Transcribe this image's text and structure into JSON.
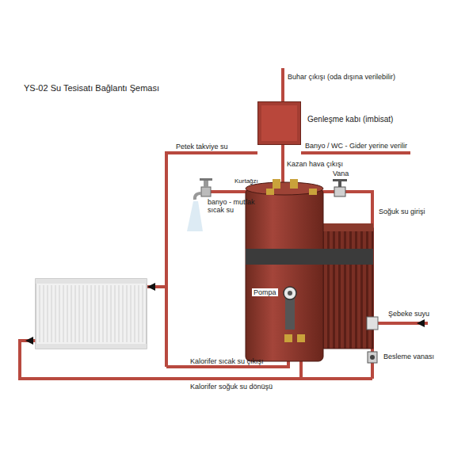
{
  "diagram": {
    "title": "YS-02 Su Tesisatı Bağlantı Şeması",
    "nodes": [
      {
        "text": [
          "Genleşme kabı (imbisat)"
        ]
      }
    ],
    "labels": [
      "Buhar çıkışı (oda dışına verilebilir)",
      "Banyo / WC - Gider yerine verilir",
      "Petek takviye su",
      "Kazan hava çıkışı",
      "Kurtağzı",
      "Vana",
      "banyo - mutfak sıcak su",
      "Soğuk su girişi",
      "Pompa",
      "Şebeke suyu",
      "Besleme vanası",
      "Kalorifer sıcak su çıkışı",
      "Kalorifer soğuk su dönüşü"
    ]
  }
}
